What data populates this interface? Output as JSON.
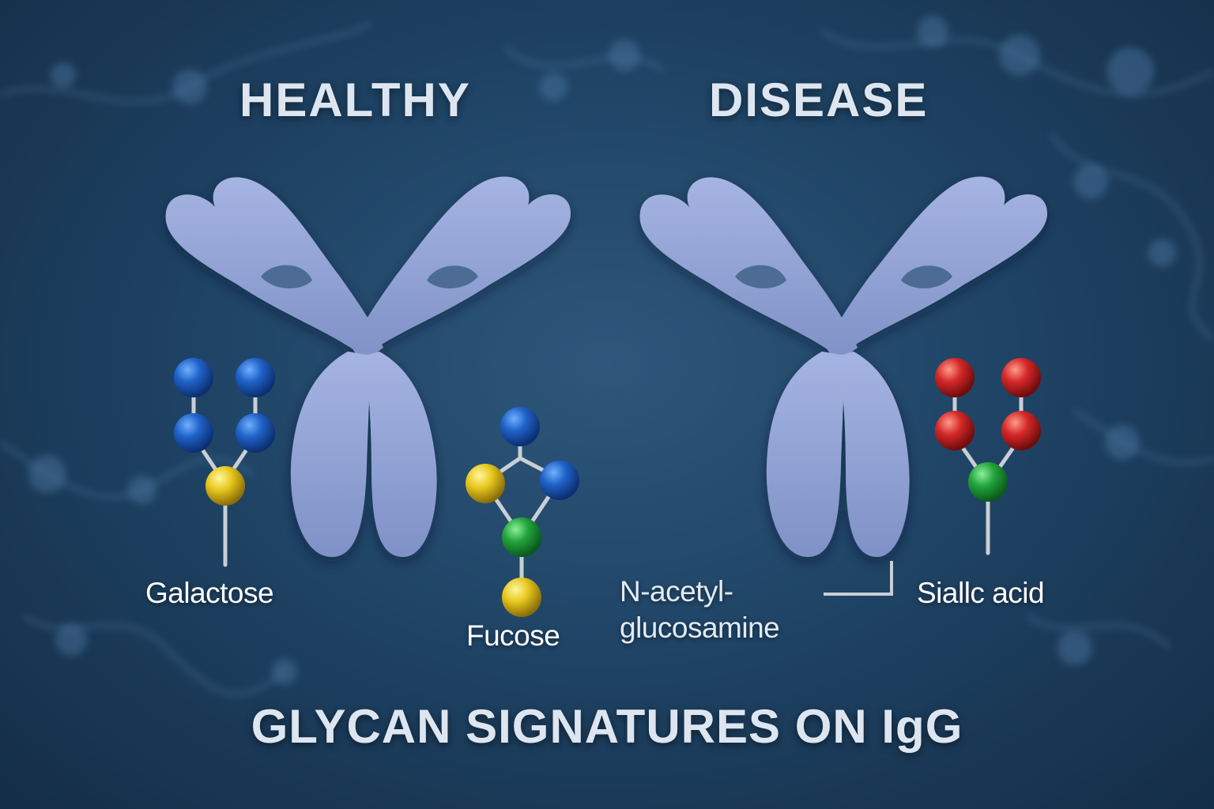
{
  "headings": {
    "left": "HEALTHY",
    "right": "DISEASE"
  },
  "labels": {
    "galactose": "Galactose",
    "fucose": "Fucose",
    "nacetyl_line1": "N-acetyl-",
    "nacetyl_line2": "glucosamine",
    "sialic": "Siallc acid"
  },
  "title": "GLYCAN SIGNATURES ON IgG",
  "colors": {
    "background": "#1f4466",
    "antibody": "#8fa0d4",
    "galactose": "#1f62c8",
    "mannose_yellow": "#e8c81e",
    "glcnac_green": "#22a43c",
    "sialic_red": "#d42828",
    "link": "#c9ced6"
  }
}
